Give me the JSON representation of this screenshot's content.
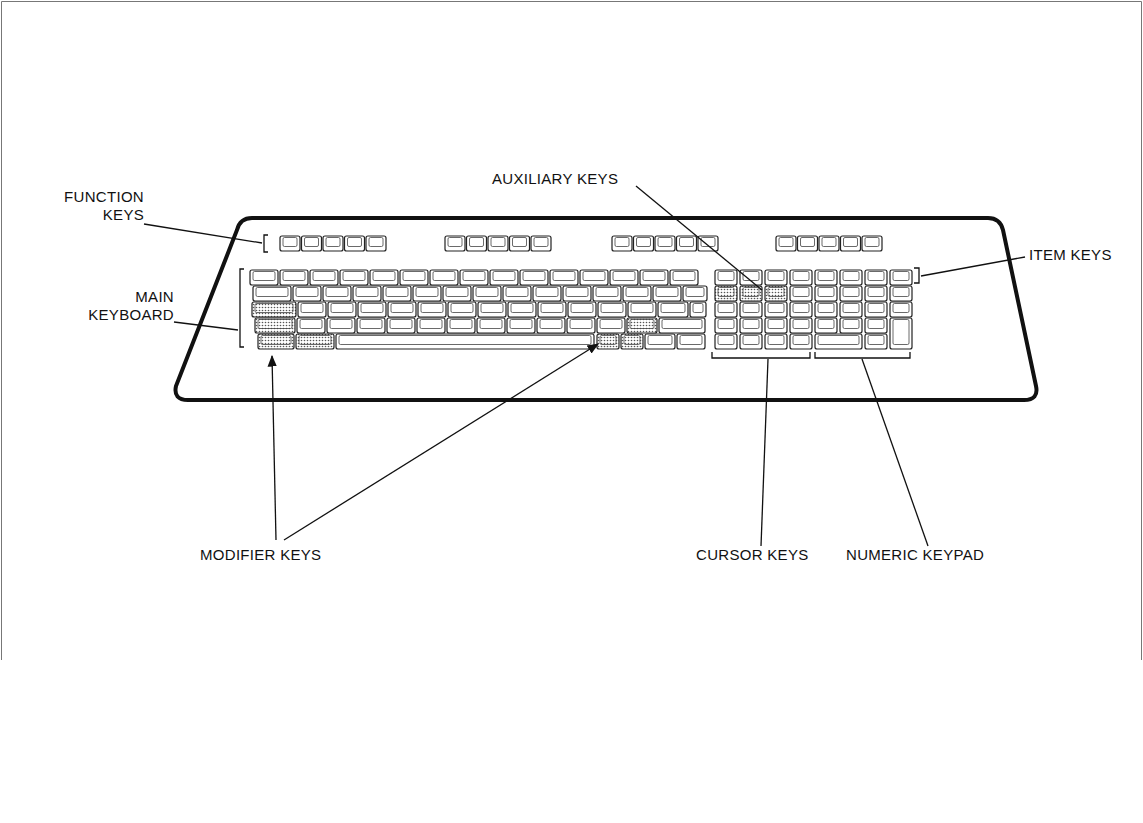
{
  "diagram": {
    "labels": [
      "AUXILIARY KEYS",
      "FUNCTION KEYS",
      "ITEM KEYS",
      "MAIN KEYBOARD",
      "MODIFIER KEYS",
      "CURSOR KEYS",
      "NUMERIC KEYPAD"
    ]
  }
}
